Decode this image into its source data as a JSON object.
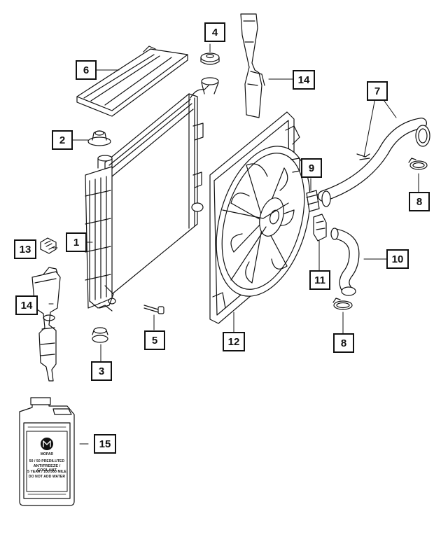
{
  "callouts": [
    "1",
    "2",
    "3",
    "4",
    "5",
    "6",
    "7",
    "8",
    "9",
    "10",
    "11",
    "12",
    "13",
    "14",
    "15"
  ],
  "jug_label": {
    "brand": "MOPAR",
    "line1": "50 / 50 PREDILUTED",
    "line2": "ANTIFREEZE / COOLANT",
    "line3": "5 YEAR / 100,000 MILE",
    "line4": "DO NOT ADD WATER"
  },
  "colors": {
    "line": "#111111",
    "background": "#ffffff"
  }
}
